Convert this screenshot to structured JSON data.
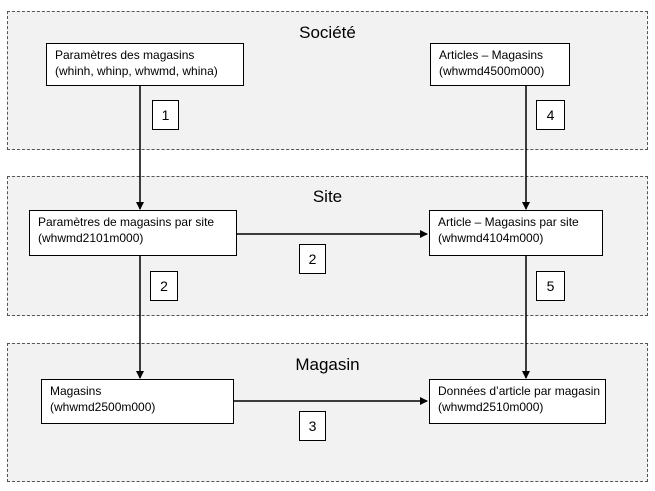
{
  "zones": {
    "societe": "Société",
    "site": "Site",
    "magasin": "Magasin"
  },
  "boxes": {
    "params_magasins": {
      "line1": "Paramètres des magasins",
      "line2": "(whinh, whinp, whwmd, whina)"
    },
    "articles_magasins": {
      "line1": "Articles – Magasins",
      "line2": "(whwmd4500m000)"
    },
    "params_par_site": {
      "line1": "Paramètres de magasins par site",
      "line2": "(whwmd2101m000)"
    },
    "article_magasins_site": {
      "line1": "Article – Magasins par site",
      "line2": "(whwmd4104m000)"
    },
    "magasins": {
      "line1": "Magasins",
      "line2": "(whwmd2500m000)"
    },
    "donnees_article": {
      "line1": "Données d’article par magasin",
      "line2": "(whwmd2510m000)"
    }
  },
  "steps": {
    "s1": "1",
    "s2a": "2",
    "s2b": "2",
    "s3": "3",
    "s4": "4",
    "s5": "5"
  },
  "colors": {
    "zone_background": "#f2f2f2",
    "box_background": "#ffffff",
    "line": "#000000"
  }
}
